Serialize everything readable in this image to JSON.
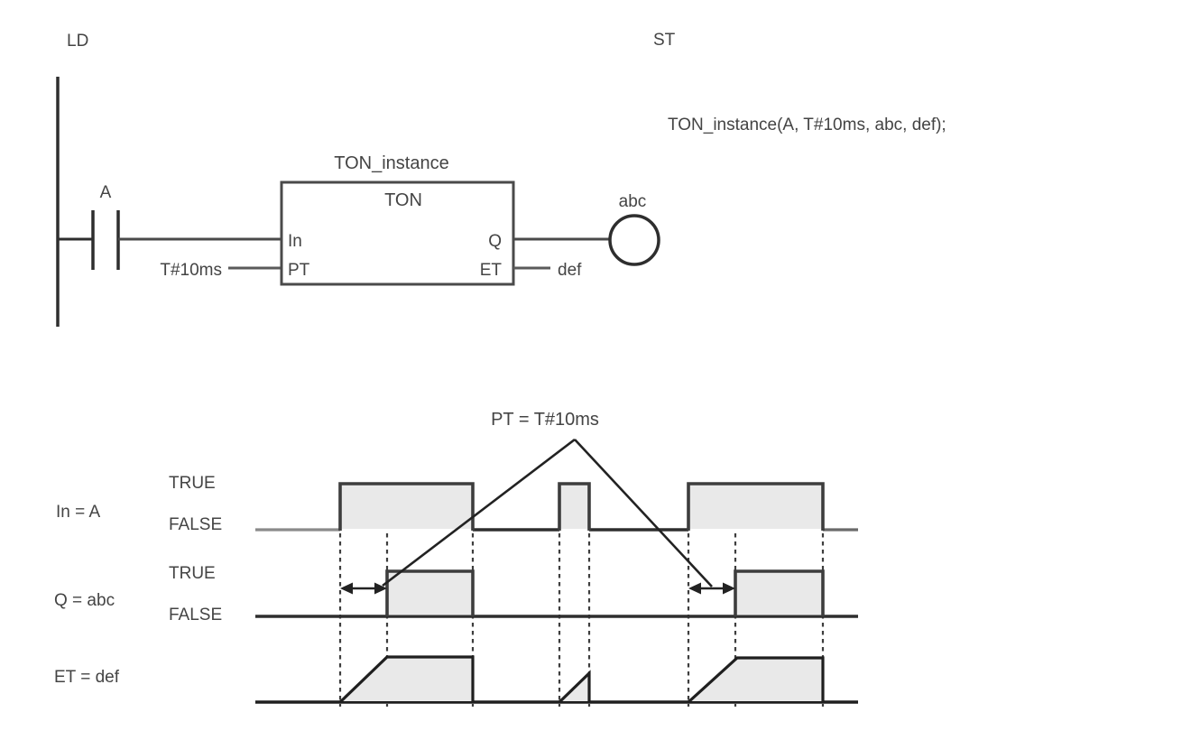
{
  "colors": {
    "background": "#ffffff",
    "line_dark": "#2e2e2e",
    "line_medium": "#4a4a4a",
    "line_gray": "#8a8a8a",
    "waveform_fill": "#e9e9e9",
    "text": "#444444"
  },
  "ld": {
    "section_label": "LD",
    "contact_name": "A",
    "preset_value": "T#10ms",
    "block": {
      "instance_name": "TON_instance",
      "function_name": "TON",
      "inputs": [
        "In",
        "PT"
      ],
      "outputs": [
        "Q",
        "ET"
      ]
    },
    "coil_name": "abc",
    "et_wire_name": "def"
  },
  "st": {
    "section_label": "ST",
    "code": "TON_instance(A, T#10ms, abc, def);"
  },
  "timing": {
    "annotation": "PT = T#10ms",
    "rows": {
      "in": {
        "label": "In = A",
        "true": "TRUE",
        "false": "FALSE"
      },
      "q": {
        "label": "Q = abc",
        "true": "TRUE",
        "false": "FALSE"
      },
      "et": {
        "label": "ET = def"
      }
    }
  }
}
